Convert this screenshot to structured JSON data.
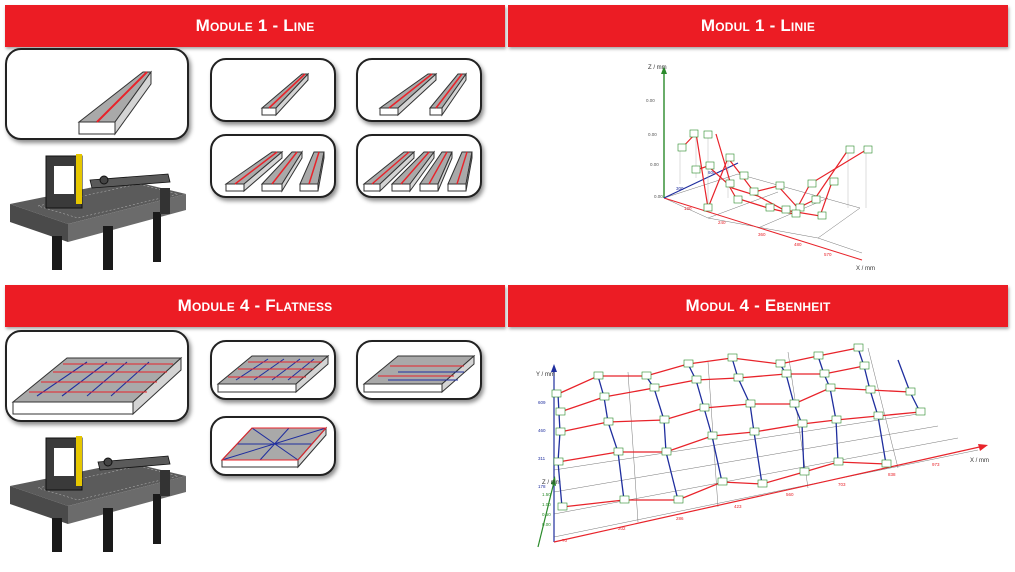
{
  "sections": [
    {
      "title_en": "Module 1 - Line",
      "title_de": "Modul 1 - Linie"
    },
    {
      "title_en": "Module 4 - Flatness",
      "title_de": "Modul 4 - Ebenheit"
    }
  ],
  "line_chart": {
    "z_axis": "Z / mm",
    "x_axis": "X / mm",
    "z_ticks": [
      "0.00",
      "0.00",
      "0.00",
      "0.00"
    ],
    "x_ticks": [
      "120",
      "240",
      "360",
      "480",
      "570"
    ],
    "y_ticks": [
      "300",
      "600"
    ]
  },
  "flatness_chart": {
    "y_axis": "Y / mm",
    "z_axis": "Z / mm",
    "x_axis": "X / mm",
    "y_ticks": [
      "609",
      "460",
      "311",
      "178"
    ],
    "z_ticks": [
      "1.50",
      "1.00",
      "0.50",
      "0.00"
    ],
    "x_ticks": [
      "70",
      "202",
      "286",
      "423",
      "560",
      "703",
      "838",
      "973"
    ]
  },
  "colors": {
    "banner": "#ec1c24",
    "measure_line": "#e8232a",
    "grid_blue": "#1f2e9e",
    "axis_green": "#2a8a2a"
  }
}
